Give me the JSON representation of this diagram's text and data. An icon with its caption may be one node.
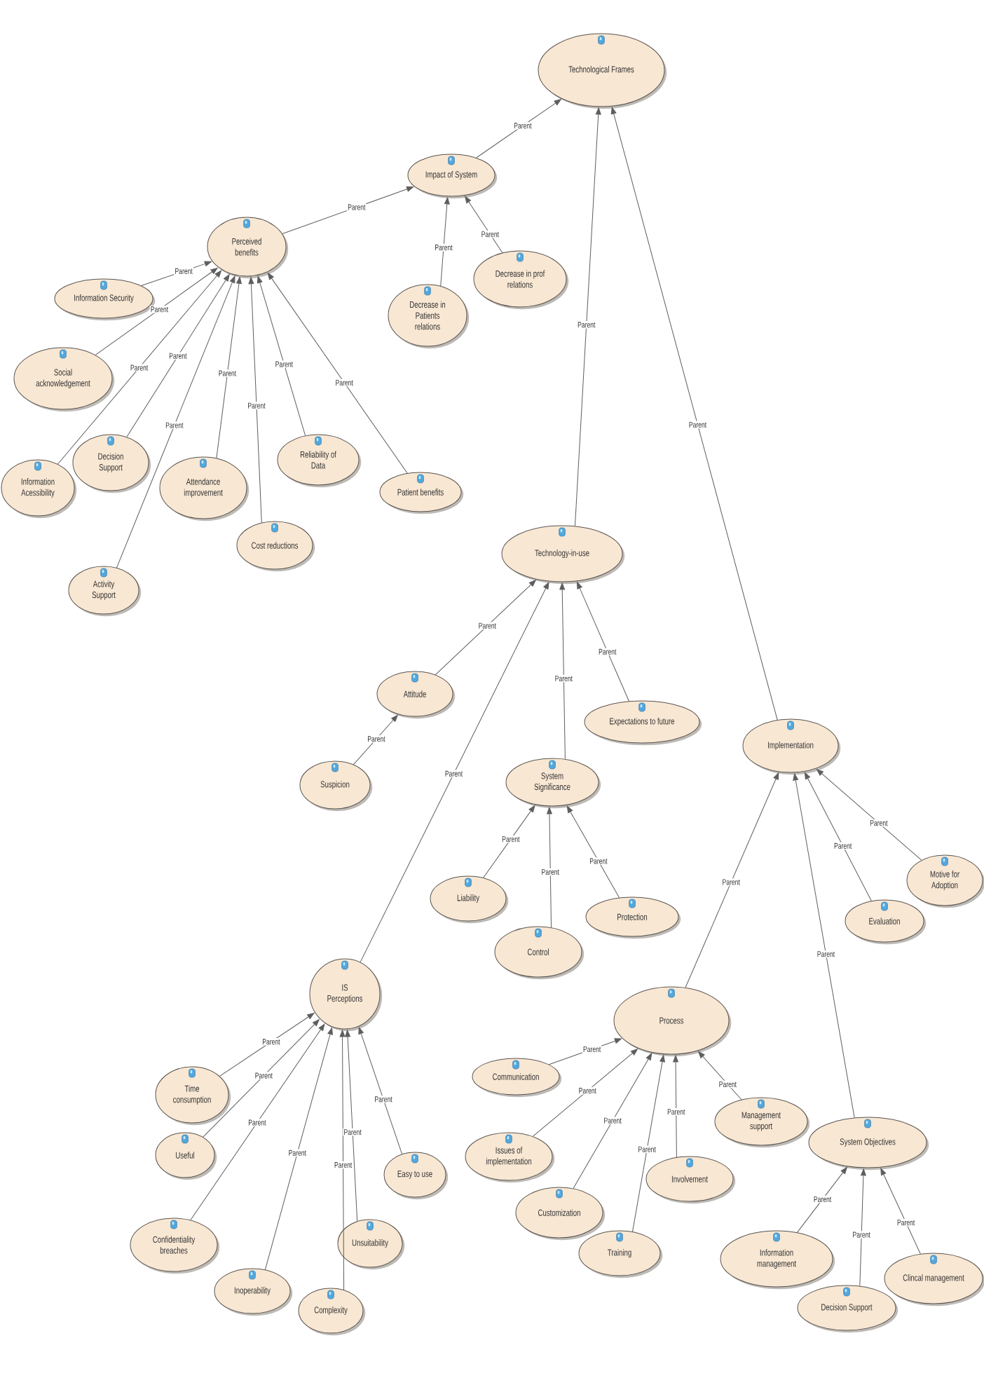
{
  "diagram": {
    "nodes": [
      {
        "text": [
          "Technological Frames"
        ]
      },
      {
        "text": [
          "Impact of System"
        ]
      },
      {
        "text": [
          "Perceived benefits"
        ]
      },
      {
        "text": [
          "Information Security"
        ]
      },
      {
        "text": [
          "Social acknowledgement"
        ]
      },
      {
        "text": [
          "Information Acessibility"
        ]
      },
      {
        "text": [
          "Decision Support"
        ]
      },
      {
        "text": [
          "Attendance improvement"
        ]
      },
      {
        "text": [
          "Cost reductions"
        ]
      },
      {
        "text": [
          "Reliability of Data"
        ]
      },
      {
        "text": [
          "Patient benefits"
        ]
      },
      {
        "text": [
          "Activity Support"
        ]
      },
      {
        "text": [
          "Decrease in Patients relations"
        ]
      },
      {
        "text": [
          "Decrease in prof relations"
        ]
      },
      {
        "text": [
          "Technology-in-use"
        ]
      },
      {
        "text": [
          "Attitude"
        ]
      },
      {
        "text": [
          "Suspicion"
        ]
      },
      {
        "text": [
          "Expectations to future"
        ]
      },
      {
        "text": [
          "System Significance"
        ]
      },
      {
        "text": [
          "Liability"
        ]
      },
      {
        "text": [
          "Control"
        ]
      },
      {
        "text": [
          "Protection"
        ]
      },
      {
        "text": [
          "Implementation"
        ]
      },
      {
        "text": [
          "Evaluation"
        ]
      },
      {
        "text": [
          "Motive for Adoption"
        ]
      },
      {
        "text": [
          "IS Perceptions"
        ]
      },
      {
        "text": [
          "Time consumption"
        ]
      },
      {
        "text": [
          "Useful"
        ]
      },
      {
        "text": [
          "Confidentiality breaches"
        ]
      },
      {
        "text": [
          "Inoperability"
        ]
      },
      {
        "text": [
          "Complexity"
        ]
      },
      {
        "text": [
          "Unsuitability"
        ]
      },
      {
        "text": [
          "Easy to use"
        ]
      },
      {
        "text": [
          "Process"
        ]
      },
      {
        "text": [
          "Communication"
        ]
      },
      {
        "text": [
          "Issues of implementation"
        ]
      },
      {
        "text": [
          "Customization"
        ]
      },
      {
        "text": [
          "Training"
        ]
      },
      {
        "text": [
          "Involvement"
        ]
      },
      {
        "text": [
          "Management support"
        ]
      },
      {
        "text": [
          "System Objectives"
        ]
      },
      {
        "text": [
          "Information management"
        ]
      },
      {
        "text": [
          "Decision Support"
        ]
      },
      {
        "text": [
          "Clincal management"
        ]
      }
    ],
    "edges": [
      {
        "from": 1,
        "to": 0,
        "arrow": "to",
        "label": "Parent"
      },
      {
        "from": 2,
        "to": 1,
        "arrow": "to",
        "label": "Parent"
      },
      {
        "from": 12,
        "to": 1,
        "arrow": "to",
        "label": "Parent"
      },
      {
        "from": 13,
        "to": 1,
        "arrow": "to",
        "label": "Parent"
      },
      {
        "from": 3,
        "to": 2,
        "arrow": "to",
        "label": "Parent"
      },
      {
        "from": 4,
        "to": 2,
        "arrow": "to",
        "label": "Parent"
      },
      {
        "from": 5,
        "to": 2,
        "arrow": "to",
        "label": "Parent"
      },
      {
        "from": 6,
        "to": 2,
        "arrow": "to",
        "label": "Parent"
      },
      {
        "from": 11,
        "to": 2,
        "arrow": "to",
        "label": "Parent"
      },
      {
        "from": 7,
        "to": 2,
        "arrow": "to",
        "label": "Parent"
      },
      {
        "from": 8,
        "to": 2,
        "arrow": "to",
        "label": "Parent"
      },
      {
        "from": 9,
        "to": 2,
        "arrow": "to",
        "label": "Parent"
      },
      {
        "from": 10,
        "to": 2,
        "arrow": "to",
        "label": "Parent"
      },
      {
        "from": 14,
        "to": 0,
        "arrow": "to",
        "label": "Parent"
      },
      {
        "from": 22,
        "to": 0,
        "arrow": "to",
        "label": "Parent"
      },
      {
        "from": 15,
        "to": 14,
        "arrow": "to",
        "label": "Parent"
      },
      {
        "from": 16,
        "to": 15,
        "arrow": "to",
        "label": "Parent"
      },
      {
        "from": 25,
        "to": 14,
        "arrow": "to",
        "label": "Parent"
      },
      {
        "from": 18,
        "to": 14,
        "arrow": "to",
        "label": "Parent"
      },
      {
        "from": 17,
        "to": 14,
        "arrow": "to",
        "label": "Parent"
      },
      {
        "from": 19,
        "to": 18,
        "arrow": "to",
        "label": "Parent"
      },
      {
        "from": 20,
        "to": 18,
        "arrow": "to",
        "label": "Parent"
      },
      {
        "from": 21,
        "to": 18,
        "arrow": "to",
        "label": "Parent"
      },
      {
        "from": 33,
        "to": 22,
        "arrow": "to",
        "label": "Parent"
      },
      {
        "from": 40,
        "to": 22,
        "arrow": "to",
        "label": "Parent"
      },
      {
        "from": 23,
        "to": 22,
        "arrow": "to",
        "label": "Parent"
      },
      {
        "from": 24,
        "to": 22,
        "arrow": "to",
        "label": "Parent"
      },
      {
        "from": 26,
        "to": 25,
        "arrow": "to",
        "label": "Parent"
      },
      {
        "from": 27,
        "to": 25,
        "arrow": "to",
        "label": "Parent"
      },
      {
        "from": 28,
        "to": 25,
        "arrow": "to",
        "label": "Parent"
      },
      {
        "from": 29,
        "to": 25,
        "arrow": "to",
        "label": "Parent"
      },
      {
        "from": 30,
        "to": 25,
        "arrow": "to",
        "label": "Parent"
      },
      {
        "from": 31,
        "to": 25,
        "arrow": "to",
        "label": "Parent"
      },
      {
        "from": 32,
        "to": 25,
        "arrow": "to",
        "label": "Parent"
      },
      {
        "from": 34,
        "to": 33,
        "arrow": "to",
        "label": "Parent"
      },
      {
        "from": 35,
        "to": 33,
        "arrow": "to",
        "label": "Parent"
      },
      {
        "from": 36,
        "to": 33,
        "arrow": "to",
        "label": "Parent"
      },
      {
        "from": 37,
        "to": 33,
        "arrow": "to",
        "label": "Parent"
      },
      {
        "from": 38,
        "to": 33,
        "arrow": "to",
        "label": "Parent"
      },
      {
        "from": 39,
        "to": 33,
        "arrow": "to",
        "label": "Parent"
      },
      {
        "from": 41,
        "to": 40,
        "arrow": "to",
        "label": "Parent"
      },
      {
        "from": 42,
        "to": 40,
        "arrow": "to",
        "label": "Parent"
      },
      {
        "from": 43,
        "to": 40,
        "arrow": "to",
        "label": "Parent"
      }
    ]
  }
}
